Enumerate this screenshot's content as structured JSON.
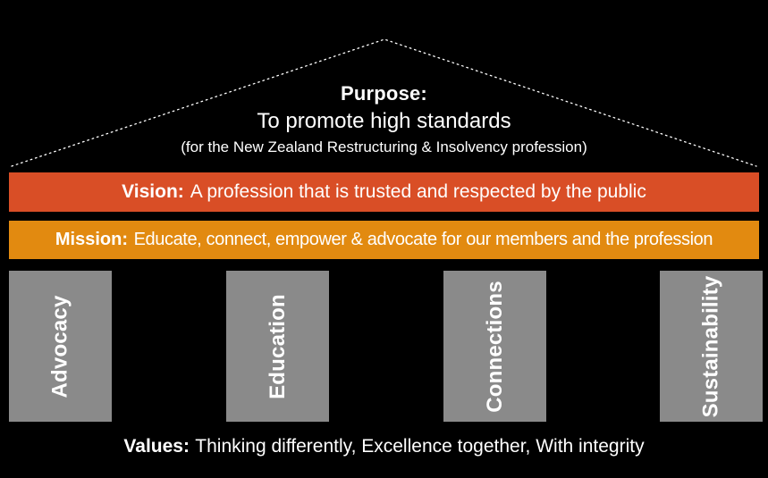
{
  "diagram": {
    "title": "NZ Restructuring & Insolvency house diagram",
    "background_color": "#000000",
    "text_color": "#FFFFFF"
  },
  "purpose": {
    "label": "Purpose:",
    "line1": "To promote high standards",
    "line2": "(for the New Zealand Restructuring & Insolvency profession)"
  },
  "vision": {
    "label": "Vision:",
    "text": "A profession that is trusted and respected by the public",
    "color": "#D94E26"
  },
  "mission": {
    "label": "Mission:",
    "text": "Educate, connect, empower & advocate for our members and the profession",
    "color": "#E28A10"
  },
  "pillars": {
    "color": "#8A8A8A",
    "items": [
      {
        "label": "Advocacy"
      },
      {
        "label": "Education"
      },
      {
        "label": "Connections"
      },
      {
        "label": "Sustainability"
      }
    ]
  },
  "values": {
    "label": "Values:",
    "text": "Thinking differently, Excellence together, With integrity"
  },
  "roof": {
    "stroke_color": "#FFFFFF",
    "style": "dotted",
    "apex": "430,44",
    "left_end": "13,186",
    "right_end": "846,186"
  }
}
